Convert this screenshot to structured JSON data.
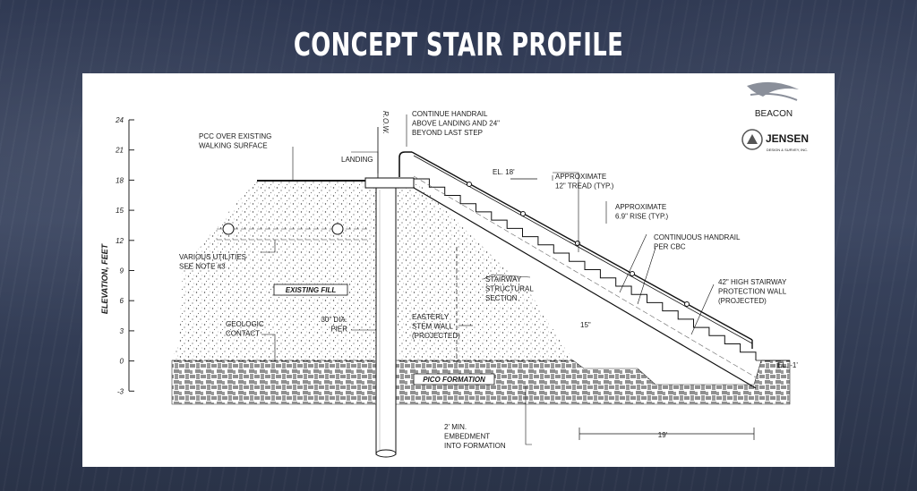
{
  "title": "CONCEPT STAIR PROFILE",
  "axis": {
    "label": "ELEVATION, FEET",
    "ticks": [
      "24",
      "21",
      "18",
      "15",
      "12",
      "9",
      "6",
      "3",
      "0",
      "-3"
    ]
  },
  "rdw": "R.O.W.",
  "callouts": {
    "pcc": [
      "PCC OVER EXISTING",
      "WALKING SURFACE"
    ],
    "landing": "LANDING",
    "handrail_top": [
      "CONTINUE HANDRAIL",
      "ABOVE LANDING AND 24\"",
      "BEYOND LAST STEP"
    ],
    "el_top": "EL. 18'",
    "tread": [
      "APPROXIMATE",
      "12\" TREAD (TYP.)"
    ],
    "rise": [
      "APPROXIMATE",
      "6.9\" RISE (TYP.)"
    ],
    "handrail_cbc": [
      "CONTINUOUS HANDRAIL",
      "PER CBC"
    ],
    "wall": [
      "42\" HIGH STAIRWAY",
      "PROTECTION WALL",
      "(PROJECTED)"
    ],
    "utilities": [
      "VARIOUS UTILITIES",
      "SEE NOTE #3"
    ],
    "existing_fill": "EXISTING FILL",
    "stairway": [
      "STAIRWAY",
      "STRUCTURAL",
      "SECTION"
    ],
    "geologic": [
      "GEOLOGIC",
      "CONTACT"
    ],
    "pier": [
      "30\" DIA.",
      "PIER"
    ],
    "stem_wall": [
      "EASTERLY",
      "STEM WALL",
      "(PROJECTED)"
    ],
    "slab": "15\"",
    "el_bottom": "EL. -1'",
    "pico": "PICO FORMATION",
    "embedment": [
      "2' MIN.",
      "EMBEDMENT",
      "INTO FORMATION"
    ],
    "run": "19'"
  },
  "logos": {
    "beacon": "BEACON",
    "jensen": "JENSEN",
    "jensen_sub": "DESIGN & SURVEY, INC."
  }
}
